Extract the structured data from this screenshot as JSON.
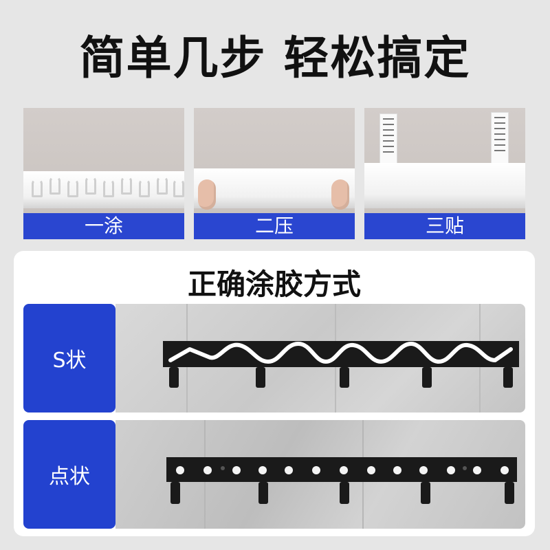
{
  "headline": "简单几步 轻松搞定",
  "steps": [
    {
      "label": "一涂"
    },
    {
      "label": "二压"
    },
    {
      "label": "三贴"
    }
  ],
  "methods_card": {
    "title": "正确涂胶方式",
    "methods": [
      {
        "label": "S状",
        "icon": "s-shape-glue-rack"
      },
      {
        "label": "点状",
        "icon": "dot-glue-rack"
      }
    ]
  },
  "colors": {
    "accent_blue": "#2a46d0",
    "rack_black": "#1a1a1a",
    "background": "#e6e6e6"
  }
}
